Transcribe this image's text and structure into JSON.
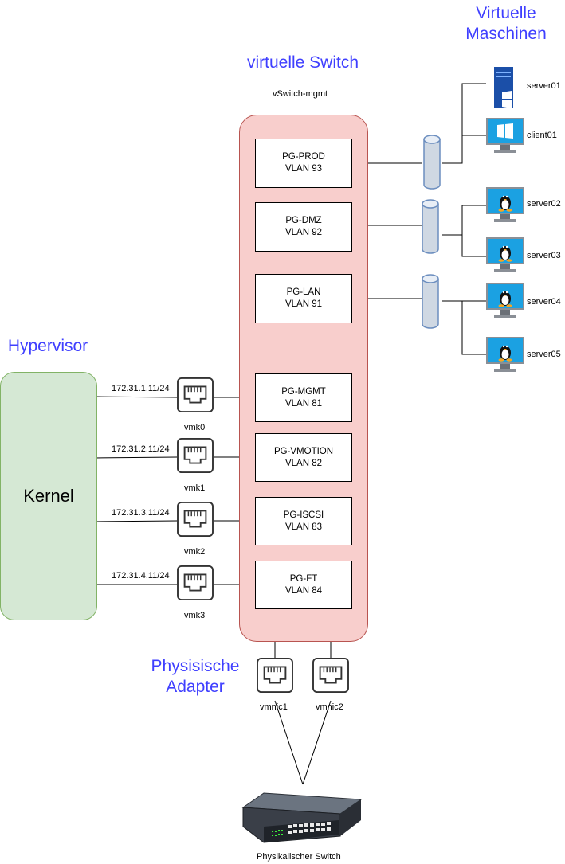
{
  "titles": {
    "vms": "Virtuelle\nMaschinen",
    "vswitch": "virtuelle Switch",
    "hypervisor": "Hypervisor",
    "adapters": "Physisische\nAdapter"
  },
  "vswitch_name": "vSwitch-mgmt",
  "kernel_label": "Kernel",
  "physical_switch_label": "Physikalischer Switch",
  "port_groups": [
    {
      "name": "PG-PROD",
      "vlan": "VLAN 93"
    },
    {
      "name": "PG-DMZ",
      "vlan": "VLAN 92"
    },
    {
      "name": "PG-LAN",
      "vlan": "VLAN 91"
    },
    {
      "name": "PG-MGMT",
      "vlan": "VLAN 81"
    },
    {
      "name": "PG-VMOTION",
      "vlan": "VLAN 82"
    },
    {
      "name": "PG-ISCSI",
      "vlan": "VLAN 83"
    },
    {
      "name": "PG-FT",
      "vlan": "VLAN 84"
    }
  ],
  "vmkernel": [
    {
      "name": "vmk0",
      "ip": "172.31.1.11/24"
    },
    {
      "name": "vmk1",
      "ip": "172.31.2.11/24"
    },
    {
      "name": "vmk2",
      "ip": "172.31.3.11/24"
    },
    {
      "name": "vmk3",
      "ip": "172.31.4.11/24"
    }
  ],
  "vmnics": [
    {
      "name": "vmnic1"
    },
    {
      "name": "vmnic2"
    }
  ],
  "vms": [
    {
      "name": "server01",
      "os": "windows-server"
    },
    {
      "name": "client01",
      "os": "windows"
    },
    {
      "name": "server02",
      "os": "linux"
    },
    {
      "name": "server03",
      "os": "linux"
    },
    {
      "name": "server04",
      "os": "linux"
    },
    {
      "name": "server05",
      "os": "linux"
    }
  ],
  "colors": {
    "title_blue": "#3f3fff",
    "vswitch_fill": "#f8cecc",
    "vswitch_border": "#b85450",
    "kernel_fill": "#d5e8d4",
    "kernel_border": "#82b366",
    "monitor_screen": "#1ba1e2"
  }
}
